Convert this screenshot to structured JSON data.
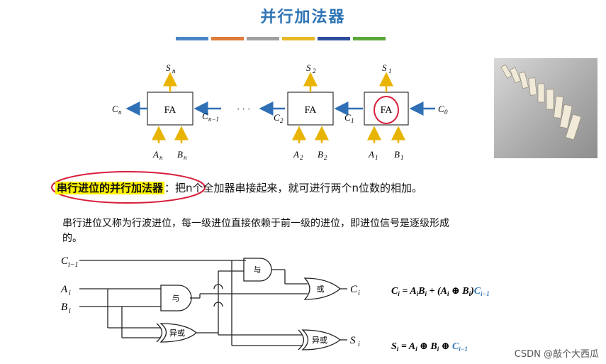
{
  "title": "并行加法器",
  "color_bar": [
    "#4a86c6",
    "#e07b39",
    "#a0a0a0",
    "#e8b824",
    "#2e4f9e",
    "#5aa83a"
  ],
  "fa_diagram": {
    "block_label": "FA",
    "ellipsis": "· · ·",
    "blocks": [
      {
        "s": "S",
        "s_sub": "n",
        "c_out": "C",
        "c_out_sub": "n",
        "c_in": "C",
        "c_in_sub": "n−1",
        "a": "A",
        "a_sub": "n",
        "b": "B",
        "b_sub": "n"
      },
      {
        "s": "S",
        "s_sub": "2",
        "c_out": "C",
        "c_out_sub": "2",
        "c_in": "C",
        "c_in_sub": "1",
        "a": "A",
        "a_sub": "2",
        "b": "B",
        "b_sub": "2"
      },
      {
        "s": "S",
        "s_sub": "1",
        "c_out": "",
        "c_out_sub": "",
        "c_in": "C",
        "c_in_sub": "0",
        "a": "A",
        "a_sub": "1",
        "b": "B",
        "b_sub": "1"
      }
    ]
  },
  "heading_term": "串行进位的并行加法器",
  "heading_rest": "：把n个全加器串接起来，就可进行两个n位数的相加。",
  "paragraph": "串行进位又称为行波进位，每一级进位直接依赖于前一级的进位，即进位信号是逐级形成的。",
  "gates": {
    "and1": "与",
    "and2": "与",
    "or": "或",
    "xor1": "异或",
    "xor2": "异或",
    "in_c": "C",
    "in_c_sub": "i−1",
    "in_a": "A",
    "in_a_sub": "i",
    "in_b": "B",
    "in_b_sub": "i",
    "out_c": "C",
    "out_c_sub": "i",
    "out_s": "S",
    "out_s_sub": "i"
  },
  "formula_c": {
    "lhs": "C",
    "lhs_sub": "i",
    "body": " = A",
    "body2": "B",
    "body3": " + (A",
    "oplus": " ⊕ ",
    "body4": "B",
    "body5": ")",
    "tail": "C",
    "tail_sub": "i−1"
  },
  "formula_s": {
    "lhs": "S",
    "lhs_sub": "i",
    "body": " = A",
    "oplus": " ⊕ ",
    "body2": "B",
    "oplus2": " ⊕ ",
    "tail": "C",
    "tail_sub": "i−1"
  },
  "watermark": "CSDN @敲个大西瓜"
}
